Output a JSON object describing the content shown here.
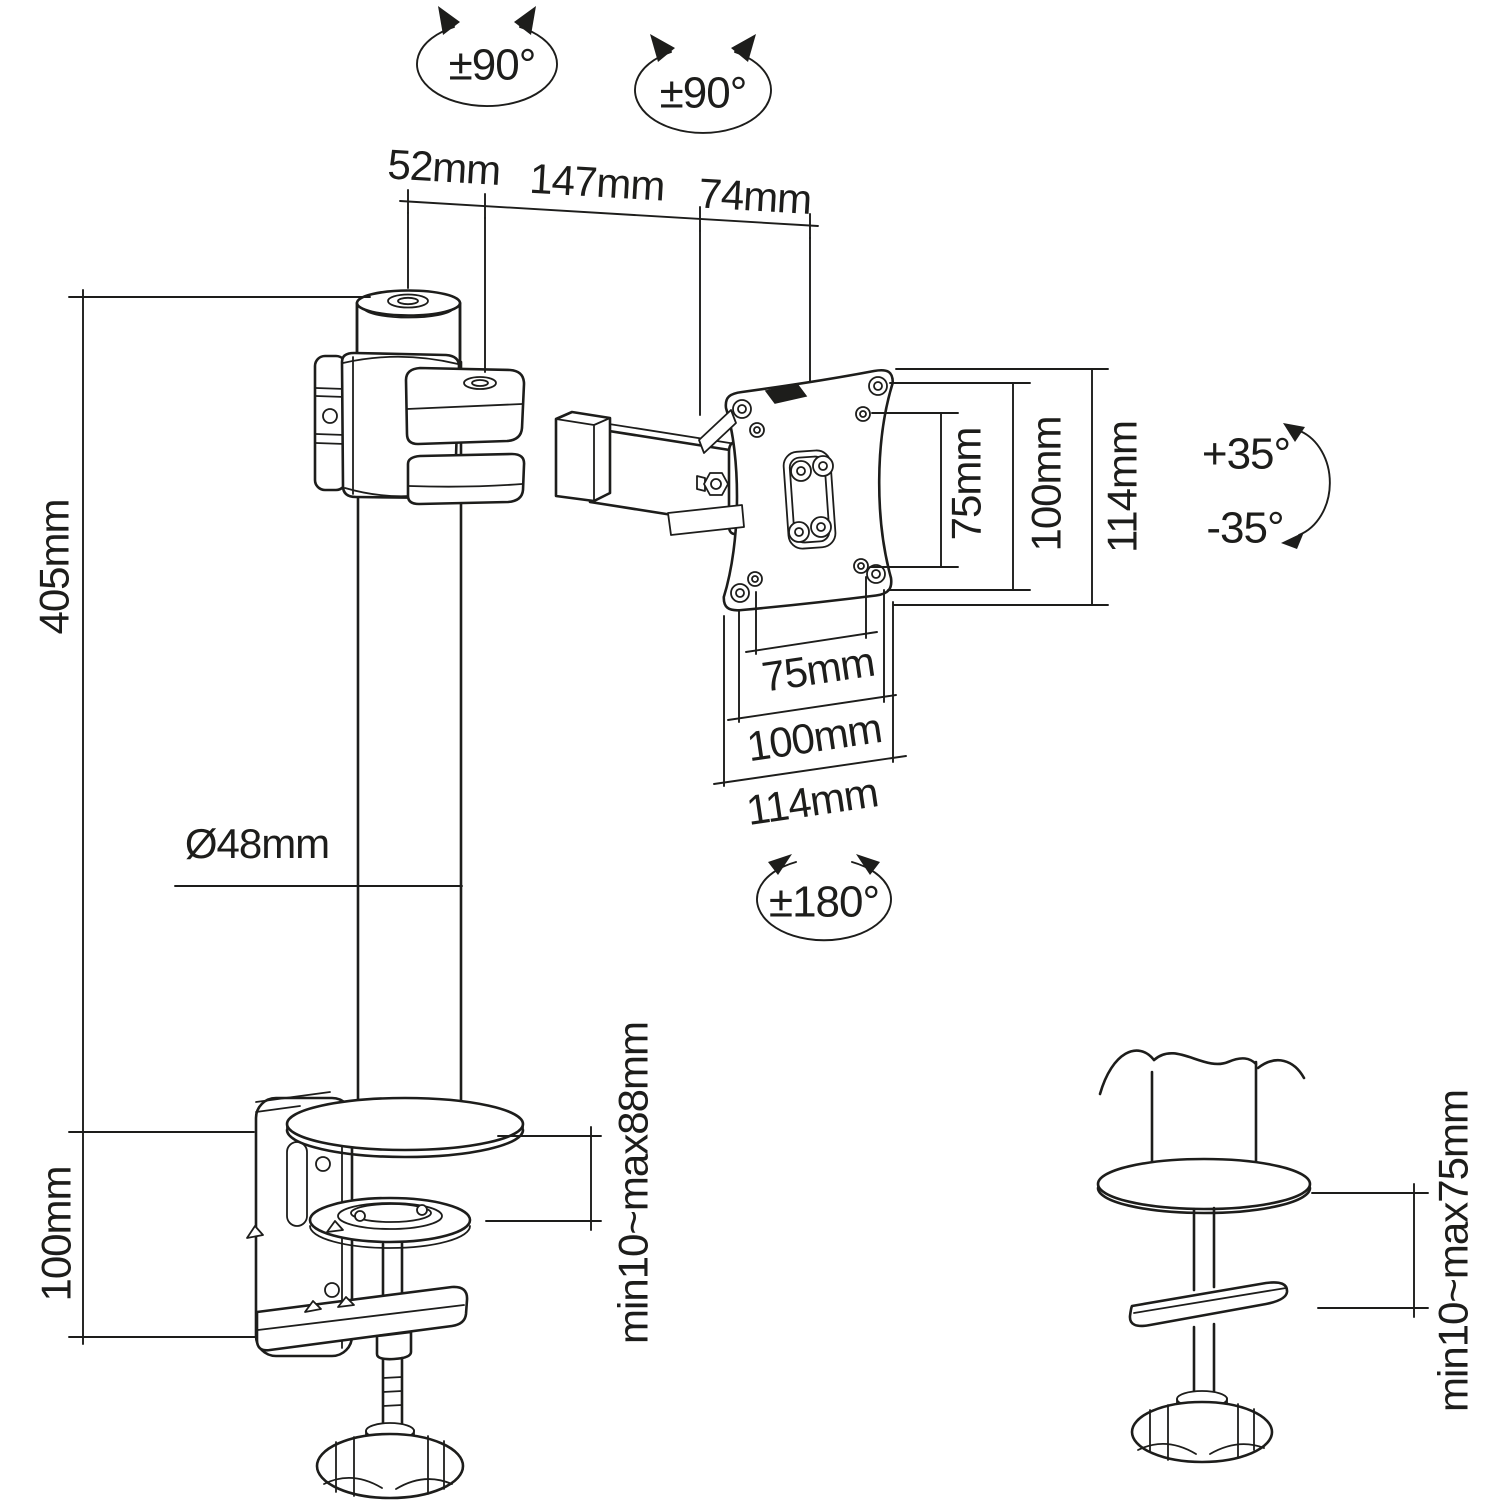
{
  "diagram": {
    "background_color": "#ffffff",
    "line_color": "#1d1d1b",
    "rotation_labels": {
      "pole_swivel": "±90°",
      "arm_swivel": "±90°",
      "plate_rotation": "±180°",
      "tilt_up": "+35°",
      "tilt_down": "-35°"
    },
    "length_labels": {
      "pole_top_offset": "52mm",
      "arm_length": "147mm",
      "vesa_head_depth": "74mm",
      "pole_height": "405mm",
      "pole_diameter": "Ø48mm",
      "clamp_bracket_height": "100mm",
      "clamp_desk_range": "min10~max88mm",
      "grommet_desk_range": "min10~max75mm"
    },
    "vesa_vertical": [
      "75mm",
      "100mm",
      "114mm"
    ],
    "vesa_horizontal": [
      "75mm",
      "100mm",
      "114mm"
    ]
  }
}
